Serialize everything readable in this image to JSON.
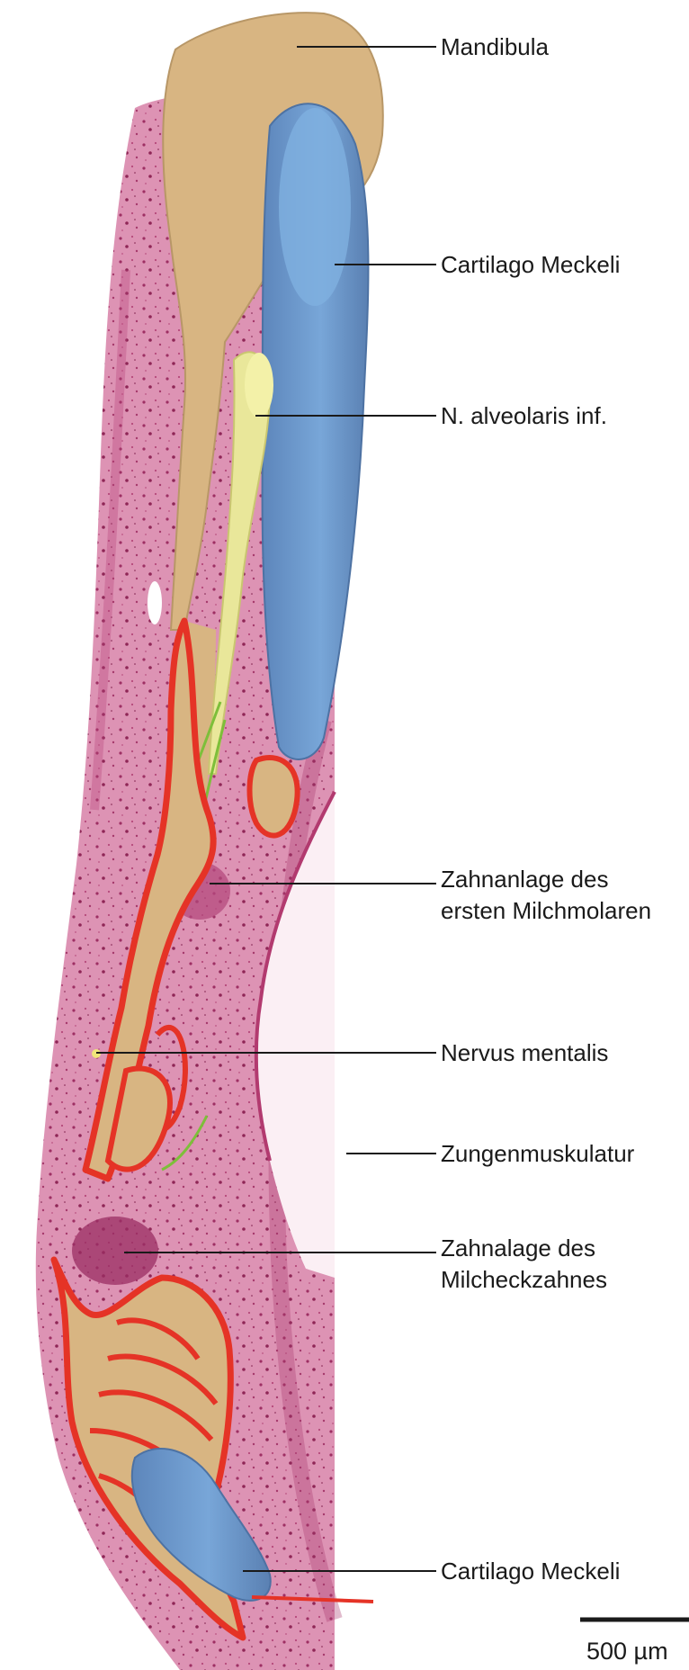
{
  "figure": {
    "labels": {
      "mandibula": "Mandibula",
      "cartilago_meckeli_upper": "Cartilago Meckeli",
      "n_alveolaris": "N. alveolaris inf.",
      "zahnanlage_line1": "Zahnanlage des",
      "zahnanlage_line2": "ersten Milchmolaren",
      "nervus_mentalis": "Nervus mentalis",
      "zungenmuskulatur": "Zungenmuskulatur",
      "zahnalage_line1": "Zahnalage des",
      "zahnalage_line2": "Milcheckzahnes",
      "cartilago_meckeli_lower": "Cartilago Meckeli"
    },
    "scale_bar": {
      "label": "500 µm"
    },
    "colors": {
      "tissue": "#d98fb1",
      "bone": "#d8b582",
      "cartilage": "#6e9ccc",
      "nerve": "#e9e79a",
      "outline": "#e53326",
      "vessel": "#7dbf3a"
    }
  }
}
